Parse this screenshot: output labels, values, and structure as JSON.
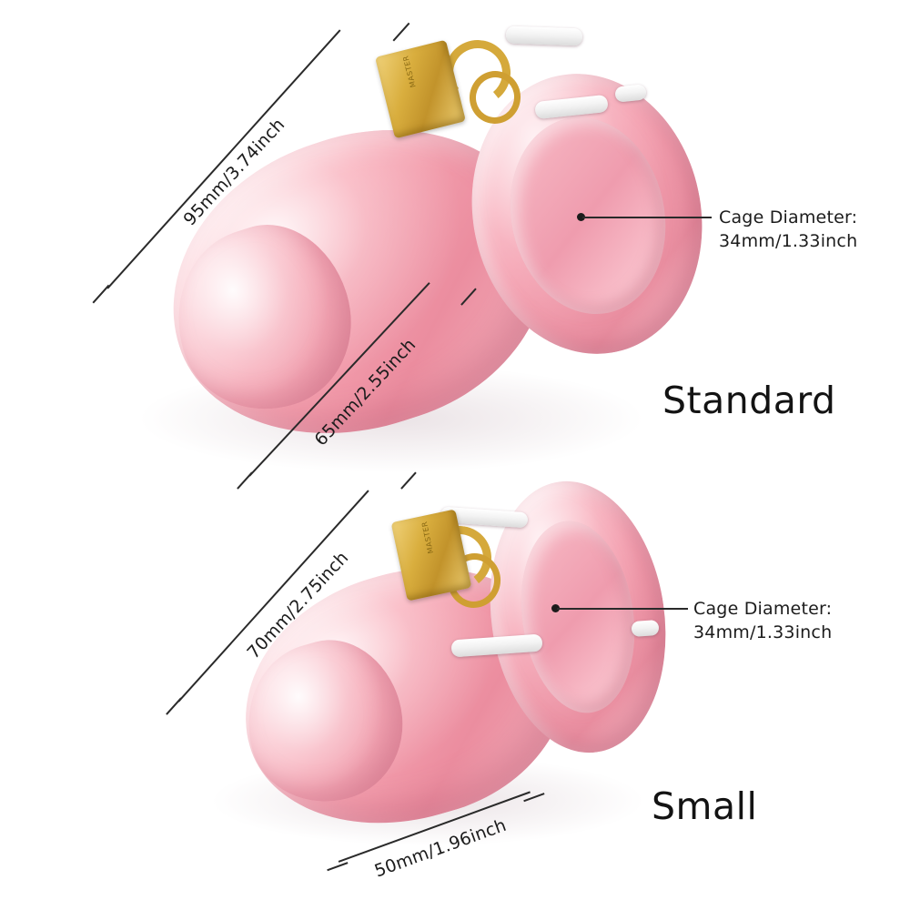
{
  "page": {
    "background_color": "#ffffff",
    "product_color": "#f2a1b1",
    "annotation_color": "#1c1c1c"
  },
  "standard": {
    "size_label": "Standard",
    "length": "95mm/3.74inch",
    "cage_length": "65mm/2.55inch",
    "cage_diameter_line1": "Cage Diameter:",
    "cage_diameter_line2": "34mm/1.33inch"
  },
  "small": {
    "size_label": "Small",
    "length": "70mm/2.75inch",
    "cage_length": "50mm/1.96inch",
    "cage_diameter_line1": "Cage Diameter:",
    "cage_diameter_line2": "34mm/1.33inch"
  },
  "lock": {
    "brand_text": "MASTER"
  }
}
